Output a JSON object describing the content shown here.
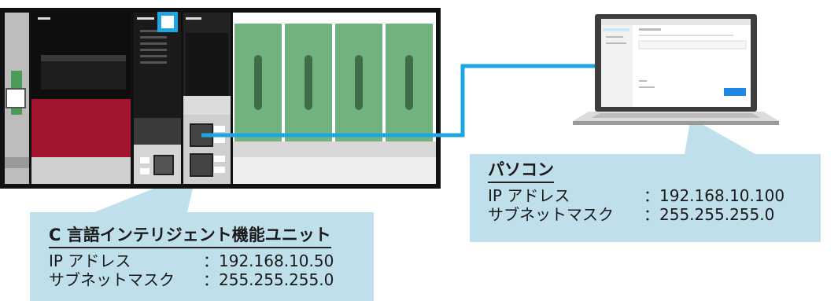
{
  "plc_unit": {
    "title": "C 言語インテリジェント機能ユニット",
    "ip_label": "IP アドレス",
    "ip_value": "192.168.10.50",
    "mask_label": "サブネットマスク",
    "mask_value": "255.255.255.0"
  },
  "pc": {
    "title": "パソコン",
    "ip_label": "IP アドレス",
    "ip_value": "192.168.10.100",
    "mask_label": "サブネットマスク",
    "mask_value": "255.255.255.0"
  },
  "separator": "：",
  "colors": {
    "callout_bg": "#bfe0ea",
    "cable": "#1ea6e0",
    "rack": "#111111",
    "slot_green": "#72b27f",
    "cpu_red": "#a3142e"
  }
}
